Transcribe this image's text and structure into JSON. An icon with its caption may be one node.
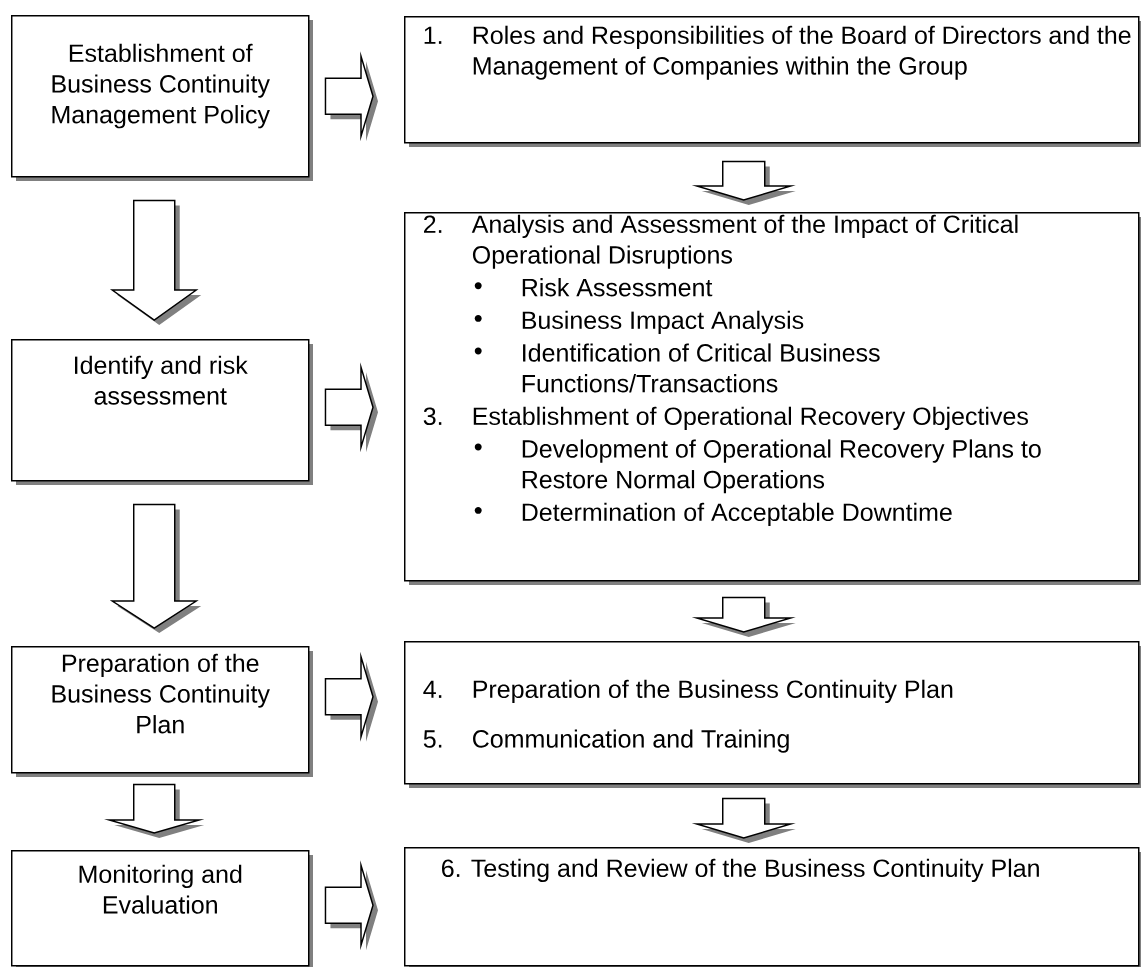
{
  "diagram": {
    "nodes": [
      {
        "text": [
          "Establishment of Business Continuity Management Policy"
        ]
      },
      {
        "text": [
          "Identify and risk assessment"
        ]
      },
      {
        "text": [
          "Preparation of the Business Continuity Plan"
        ]
      },
      {
        "text": [
          "Monitoring and Evaluation"
        ]
      },
      {
        "text": [
          "1.",
          "Roles and Responsibilities of the Board of Directors and the Management of Companies within the Group"
        ]
      },
      {
        "text": [
          "2.",
          "Analysis and Assessment of the Impact of Critical Operational Disruptions",
          "Risk Assessment",
          "Business Impact Analysis",
          "Identification of Critical Business Functions/Transactions",
          "3.",
          "Establishment of Operational Recovery Objectives",
          "Development of Operational Recovery Plans to Restore Normal Operations",
          "Determination of Acceptable Downtime"
        ]
      },
      {
        "text": [
          "4.",
          "Preparation of the Business Continuity Plan",
          "5.",
          "Communication and Training"
        ]
      },
      {
        "text": [
          "6. Testing and Review of the Business Continuity Plan"
        ]
      }
    ],
    "edges": [
      {
        "from": 0,
        "to": 1,
        "arrow": "to"
      },
      {
        "from": 1,
        "to": 2,
        "arrow": "to"
      },
      {
        "from": 2,
        "to": 3,
        "arrow": "to"
      },
      {
        "from": 0,
        "to": 4,
        "arrow": "to"
      },
      {
        "from": 1,
        "to": 5,
        "arrow": "to"
      },
      {
        "from": 2,
        "to": 6,
        "arrow": "to"
      },
      {
        "from": 3,
        "to": 7,
        "arrow": "to"
      },
      {
        "from": 4,
        "to": 5,
        "arrow": "to"
      },
      {
        "from": 5,
        "to": 6,
        "arrow": "to"
      },
      {
        "from": 6,
        "to": 7,
        "arrow": "to"
      }
    ]
  }
}
